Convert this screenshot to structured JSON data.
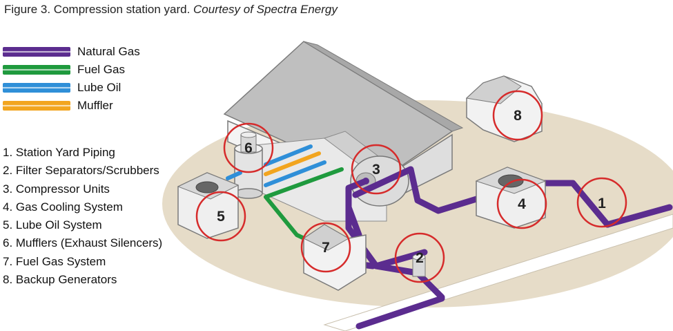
{
  "caption": {
    "text": "Figure 3. Compression station yard.",
    "credit": "Courtesy of Spectra Energy"
  },
  "colors": {
    "natural_gas": "#5b2c8f",
    "fuel_gas": "#1f9a3e",
    "lube_oil": "#2f8fd8",
    "muffler": "#f2a51f",
    "callout_ring": "#d62b2b",
    "ground": "#e6dcc8"
  },
  "legend": [
    {
      "label": "Natural Gas",
      "color": "#5b2c8f"
    },
    {
      "label": "Fuel Gas",
      "color": "#1f9a3e"
    },
    {
      "label": "Lube Oil",
      "color": "#2f8fd8"
    },
    {
      "label": "Muffler",
      "color": "#f2a51f"
    }
  ],
  "components": [
    "1. Station Yard Piping",
    "2. Filter Separators/Scrubbers",
    "3. Compressor Units",
    "4. Gas Cooling System",
    "5. Lube Oil System",
    "6. Mufflers (Exhaust Silencers)",
    "7. Fuel Gas System",
    "8. Backup Generators"
  ],
  "callouts": [
    "1",
    "2",
    "3",
    "4",
    "5",
    "6",
    "7",
    "8"
  ]
}
